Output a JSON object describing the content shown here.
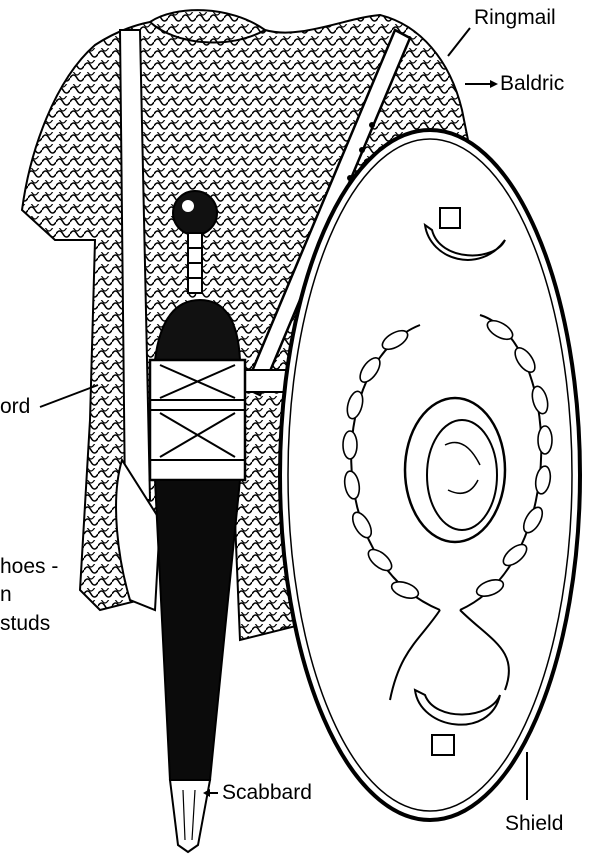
{
  "labels": {
    "ringmail": "Ringmail",
    "baldric": "Baldric",
    "sword": "ord",
    "shoes_line1": "hoes -",
    "shoes_line2": "n",
    "shoes_line3": "studs",
    "scabbard": "Scabbard",
    "shield": "Shield"
  },
  "colors": {
    "ink": "#000000",
    "paper": "#ffffff"
  }
}
